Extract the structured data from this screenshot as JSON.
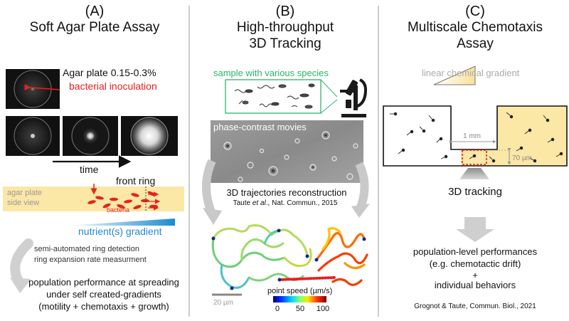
{
  "panelA": {
    "tag": "(A)",
    "title": "Soft Agar Plate Assay",
    "plate_label": "Agar plate 0.15-0.3%",
    "inoculation_label": "bacterial inoculation",
    "time_label": "time",
    "front_ring_label": "front ring",
    "side_view_line1": "agar plate",
    "side_view_line2": "side view",
    "bacteria_label": "bacteria",
    "gradient_label": "nutrient(s) gradient",
    "detection_line1": "semi-automated ring detection",
    "detection_line2": "ring expansion rate measurment",
    "outcome_line1": "population performance at spreading",
    "outcome_line2": "under self created-gradients",
    "outcome_line3": "(motility + chemotaxis + growth)"
  },
  "panelB": {
    "tag": "(B)",
    "title_line1": "High-throughput",
    "title_line2": "3D Tracking",
    "sample_label": "sample with various species",
    "movies_label": "phase-contrast movies",
    "reconstruction_label": "3D trajectories reconstruction",
    "citation_prefix": "Taute ",
    "citation_etal": "et al",
    "citation_suffix": "., Nat. Commun., 2015",
    "scale_label": "20 µm",
    "speed_label": "point speed (µm/s)",
    "speed_ticks": [
      "0",
      "50",
      "100"
    ]
  },
  "panelC": {
    "tag": "(C)",
    "title_line1": "Multiscale Chemotaxis",
    "title_line2": "Assay",
    "gradient_label": "linear chemical gradient",
    "channel_width_label": "1 mm",
    "depth_label": "70 µm",
    "tracking_label": "3D tracking",
    "outcome_line1": "population-level performances",
    "outcome_line2": "(e.g. chemotactic drift)",
    "plus": "+",
    "outcome_line3": "individual behaviors",
    "citation": "Grognot & Taute, Commun. Biol., 2021"
  },
  "colors": {
    "red": "#e8201c",
    "green": "#2fb36b",
    "blue": "#1f8ad0",
    "agar_yellow": "#fbe7a6",
    "grey_arrow": "#c9c9c9"
  }
}
